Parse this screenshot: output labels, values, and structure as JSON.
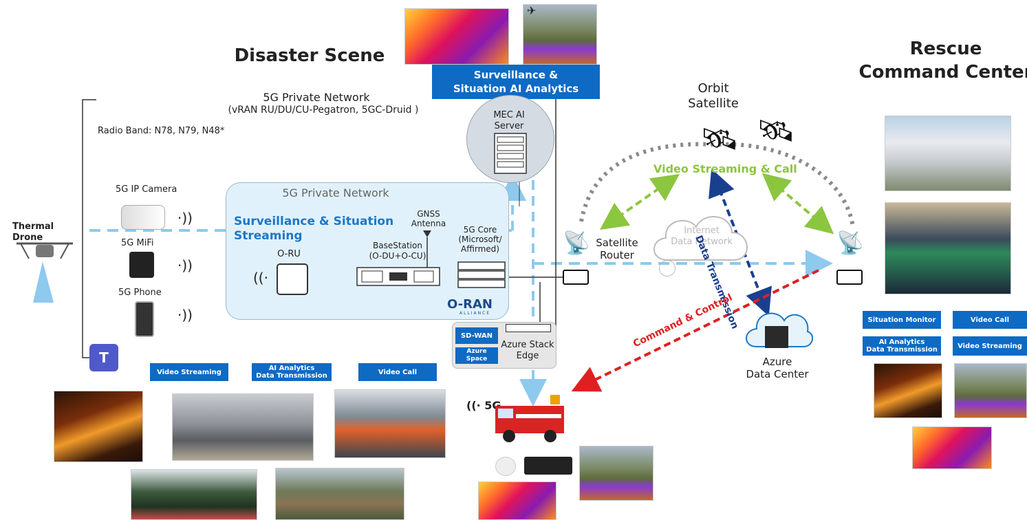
{
  "titles": {
    "disaster_scene": "Disaster Scene",
    "rescue_center": "Rescue\nCommand Center"
  },
  "private_net": {
    "line1": "5G Private Network",
    "line2": "(vRAN RU/DU/CU-Pegatron, 5GC-Druid )",
    "radio_band": "Radio Band: N78, N79, N48*",
    "box_title": "5G Private Network",
    "streaming": "Surveillance & Situation\nStreaming"
  },
  "devices": {
    "camera": "5G IP Camera",
    "mifi": "5G MiFi",
    "phone": "5G Phone",
    "drone": "Thermal Drone"
  },
  "ran": {
    "oru": "O-RU",
    "basestation": "BaseStation\n(O-DU+O-CU)",
    "gnss": "GNSS\nAntenna",
    "core": "5G Core\n(Microsoft/\nAffirmed)",
    "oran_logo": "O-RAN",
    "oran_sub": "ALLIANCE"
  },
  "mec": {
    "server": "MEC AI\nServer",
    "analytics": "Surveillance &\nSituation AI Analytics"
  },
  "edge": {
    "sdwan": "SD-WAN",
    "azure_space": "Azure Space",
    "stack_edge": "Azure Stack\nEdge"
  },
  "satellite": {
    "orbit": "Orbit\nSatellite",
    "router": "Satellite\nRouter",
    "video_call": "Video Streaming & Call",
    "internet": "Internet\nData Network",
    "data_tx": "Data Transmission",
    "cmd_ctrl": "Command & Control",
    "azure_dc": "Azure\nData Center"
  },
  "truck": {
    "label": "5G"
  },
  "scene_buttons": {
    "video_streaming": "Video Streaming",
    "ai_analytics": "AI Analytics\nData Transmission",
    "video_call": "Video Call"
  },
  "center_buttons": {
    "situation_monitor": "Situation Monitor",
    "video_call": "Video Call",
    "ai_analytics": "AI Analytics\nData Transmission",
    "video_streaming": "Video Streaming"
  },
  "colors": {
    "accent_blue": "#0f6ac4",
    "dashed_blue": "#8ec9ee",
    "green": "#8cc63f",
    "red": "#e02020",
    "navy": "#1b3f8f",
    "gray_dots": "#8a8a8a"
  }
}
